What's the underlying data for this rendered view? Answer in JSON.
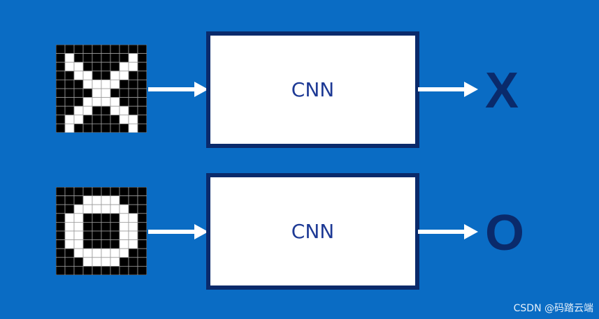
{
  "diagram": {
    "rows": [
      {
        "id": "x",
        "input_pattern": [
          "0000000000",
          "0100000010",
          "0110000110",
          "0011001100",
          "0001111000",
          "0000110000",
          "0001111000",
          "0011001100",
          "0110000110",
          "0100000010"
        ],
        "model_label": "CNN",
        "output_label": "X"
      },
      {
        "id": "o",
        "input_pattern": [
          "0000000000",
          "0001111000",
          "0011111100",
          "0110000110",
          "0110000110",
          "0110000110",
          "0110000110",
          "0011111100",
          "0001111000",
          "0000000000"
        ],
        "model_label": "CNN",
        "output_label": "O"
      }
    ],
    "colors": {
      "background": "#0a6cc4",
      "box_border": "#0a2a6b",
      "box_text": "#1e3a95",
      "output_text": "#0a2a6b",
      "arrow": "#ffffff",
      "pixel_on": "#ffffff",
      "pixel_off": "#000000"
    }
  },
  "watermark": "CSDN @码踏云端"
}
